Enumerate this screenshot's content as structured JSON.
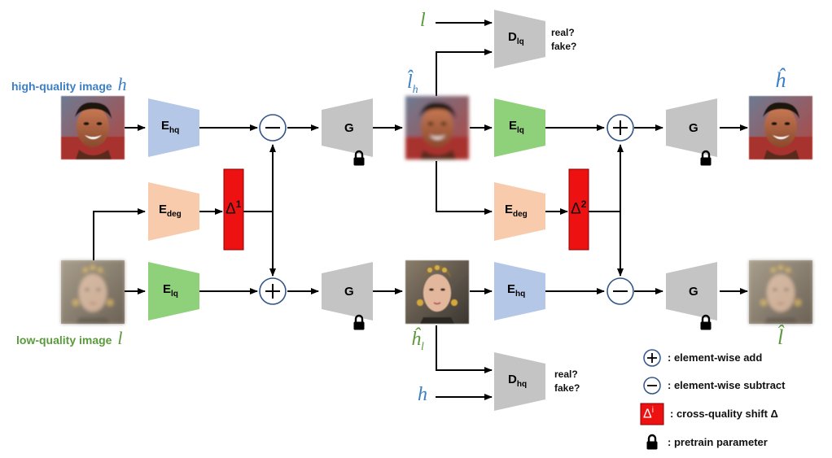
{
  "inputs": {
    "hq_label": "high-quality image",
    "hq_symbol": "h",
    "lq_label": "low-quality image",
    "lq_symbol": "l"
  },
  "modules": {
    "E_hq": {
      "base": "E",
      "sub": "hq"
    },
    "E_lq": {
      "base": "E",
      "sub": "lq"
    },
    "E_deg": {
      "base": "E",
      "sub": "deg"
    },
    "G": "G",
    "D_lq": {
      "base": "D",
      "sub": "lq"
    },
    "D_hq": {
      "base": "D",
      "sub": "hq"
    }
  },
  "shifts": {
    "first": {
      "base": "Δ",
      "sup": "1"
    },
    "second": {
      "base": "Δ",
      "sup": "2"
    }
  },
  "intermediate": {
    "l_hat_h": {
      "base": "l̂",
      "sub": "h"
    },
    "h_hat_l": {
      "base": "ĥ",
      "sub": "l"
    }
  },
  "outputs": {
    "h_hat": "ĥ",
    "l_hat": "l̂"
  },
  "discriminator_inputs": {
    "top": "l",
    "bottom": "h"
  },
  "discriminator_output": {
    "real": "real?",
    "fake": "fake?"
  },
  "legend": {
    "add": ": element-wise add",
    "subtract": ": element-wise subtract",
    "shift": ": cross-quality shift Δ",
    "shift_symbol": {
      "base": "Δ",
      "sup": "i"
    },
    "pretrain": ": pretrain parameter"
  },
  "colors": {
    "hq_blue": "#3b7fc4",
    "lq_green": "#5a9a3c",
    "E_hq_fill": "#b4c7e7",
    "E_lq_fill": "#8fd07a",
    "E_deg_fill": "#f8cbad",
    "gray_fill": "#c4c4c4",
    "shift_red": "#ee1111"
  }
}
